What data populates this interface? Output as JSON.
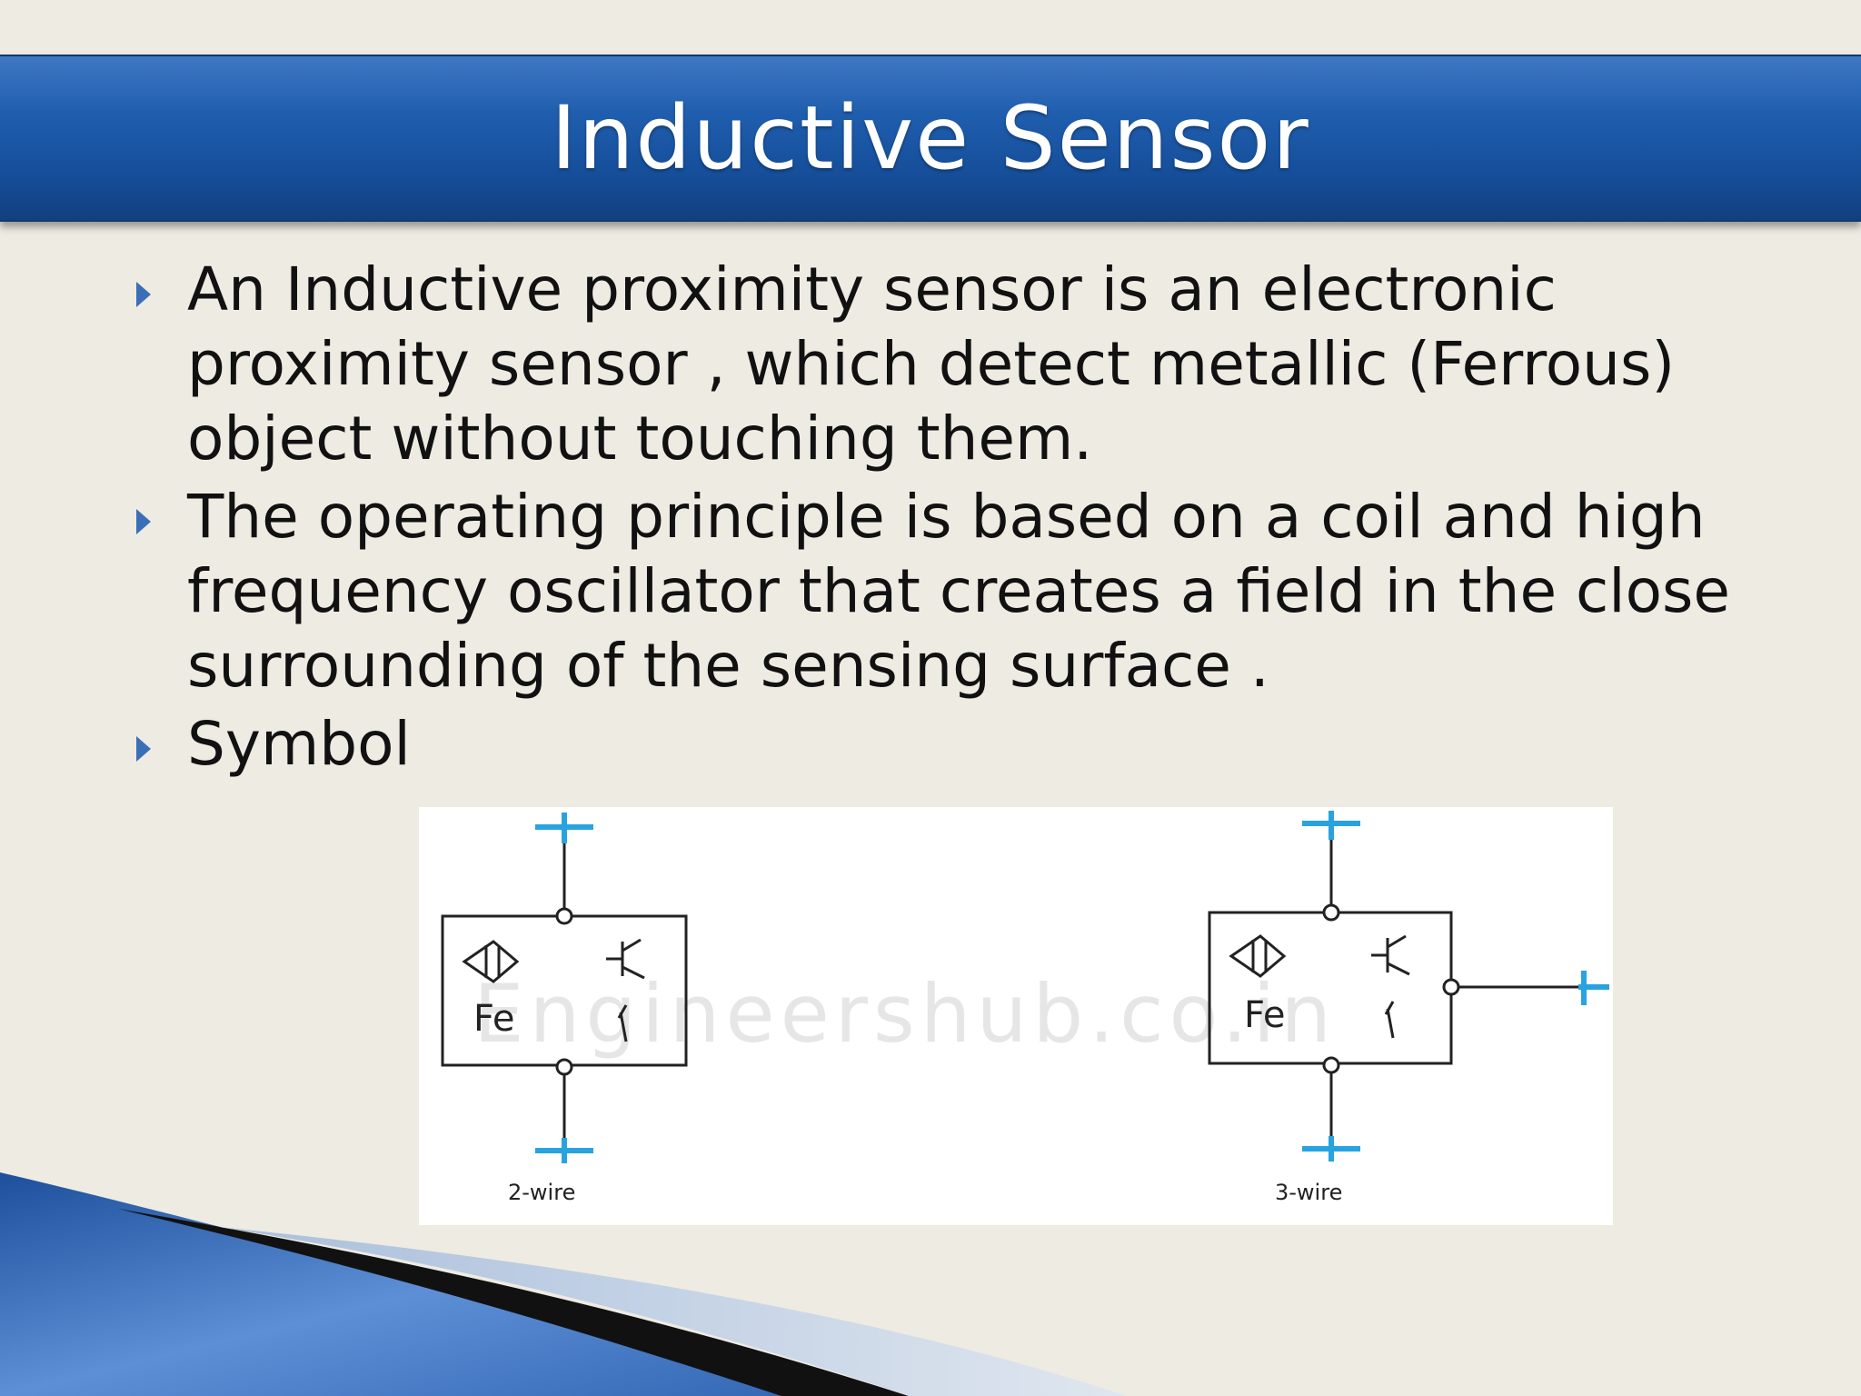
{
  "slide": {
    "title": "Inductive Sensor",
    "bullets": [
      "An Inductive proximity sensor is an electronic proximity sensor , which detect metallic (Ferrous) object without touching them.",
      "The operating principle is based on a coil and high frequency oscillator that creates a field in the close surrounding of the sensing surface .",
      "Symbol"
    ]
  },
  "symbol": {
    "watermark": "Engineershub.co.in",
    "left_fe": "Fe",
    "right_fe": "Fe",
    "left_caption": "2-wire",
    "right_caption": "3-wire"
  },
  "colors": {
    "title_bar": "#1f5eae",
    "terminal_blue": "#29a3e0",
    "background": "#eeebe3"
  }
}
